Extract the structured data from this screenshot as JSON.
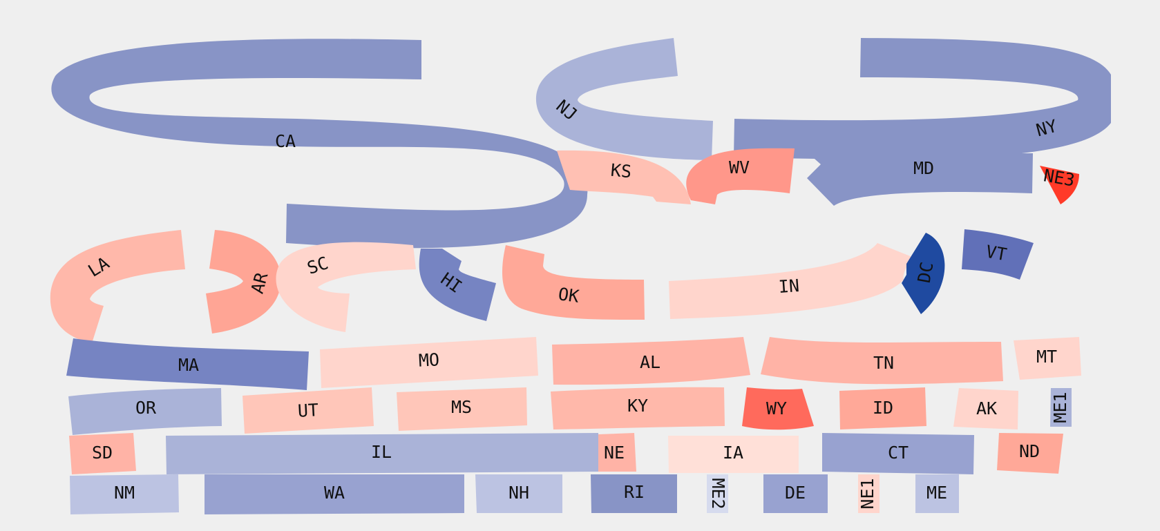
{
  "colors": {
    "background": "#efefef",
    "d_strong": "#1f4aa0",
    "d_mid": "#6d7ebf",
    "d_light": "#8894c6",
    "d_pale": "#aab3d8",
    "d_faint": "#bcc3e2",
    "r_strong": "#ff3a28",
    "r_mid": "#ff6a5c",
    "r_light": "#ff978a",
    "r_pale": "#ffb3a6",
    "r_faint": "#ffd5cc"
  },
  "states": [
    {
      "abbr": "CA",
      "color": "#8894c6"
    },
    {
      "abbr": "NJ",
      "color": "#aab3d8"
    },
    {
      "abbr": "NY",
      "color": "#8894c6"
    },
    {
      "abbr": "KS",
      "color": "#ffc0b3"
    },
    {
      "abbr": "WV",
      "color": "#ff978a"
    },
    {
      "abbr": "MD",
      "color": "#8894c6"
    },
    {
      "abbr": "NE3",
      "color": "#ff3a28"
    },
    {
      "abbr": "LA",
      "color": "#ffb8aa"
    },
    {
      "abbr": "AR",
      "color": "#ffa595"
    },
    {
      "abbr": "SC",
      "color": "#ffd5cc"
    },
    {
      "abbr": "HI",
      "color": "#7684c2"
    },
    {
      "abbr": "OK",
      "color": "#ffa898"
    },
    {
      "abbr": "IN",
      "color": "#ffd5cc"
    },
    {
      "abbr": "DC",
      "color": "#1f4aa0"
    },
    {
      "abbr": "VT",
      "color": "#6170b8"
    },
    {
      "abbr": "MA",
      "color": "#7684c2"
    },
    {
      "abbr": "MO",
      "color": "#ffd5cc"
    },
    {
      "abbr": "AL",
      "color": "#ffb3a6"
    },
    {
      "abbr": "TN",
      "color": "#ffb3a6"
    },
    {
      "abbr": "MT",
      "color": "#ffd5cc"
    },
    {
      "abbr": "OR",
      "color": "#aab3d8"
    },
    {
      "abbr": "UT",
      "color": "#ffc6b9"
    },
    {
      "abbr": "MS",
      "color": "#ffc6b9"
    },
    {
      "abbr": "KY",
      "color": "#ffb8aa"
    },
    {
      "abbr": "WY",
      "color": "#ff6a5c"
    },
    {
      "abbr": "ID",
      "color": "#ffa898"
    },
    {
      "abbr": "AK",
      "color": "#ffd5cc"
    },
    {
      "abbr": "ME1",
      "color": "#aab3d8"
    },
    {
      "abbr": "SD",
      "color": "#ffb3a6"
    },
    {
      "abbr": "IL",
      "color": "#aab3d8"
    },
    {
      "abbr": "NE",
      "color": "#ffb3a6"
    },
    {
      "abbr": "IA",
      "color": "#ffe0d8"
    },
    {
      "abbr": "CT",
      "color": "#98a2d0"
    },
    {
      "abbr": "ND",
      "color": "#ffa898"
    },
    {
      "abbr": "NM",
      "color": "#bcc3e2"
    },
    {
      "abbr": "WA",
      "color": "#98a2d0"
    },
    {
      "abbr": "NH",
      "color": "#bcc3e2"
    },
    {
      "abbr": "RI",
      "color": "#8894c6"
    },
    {
      "abbr": "ME2",
      "color": "#d6dbee"
    },
    {
      "abbr": "DE",
      "color": "#98a2d0"
    },
    {
      "abbr": "NE1",
      "color": "#ffd5cc"
    },
    {
      "abbr": "ME",
      "color": "#bcc3e2"
    }
  ]
}
